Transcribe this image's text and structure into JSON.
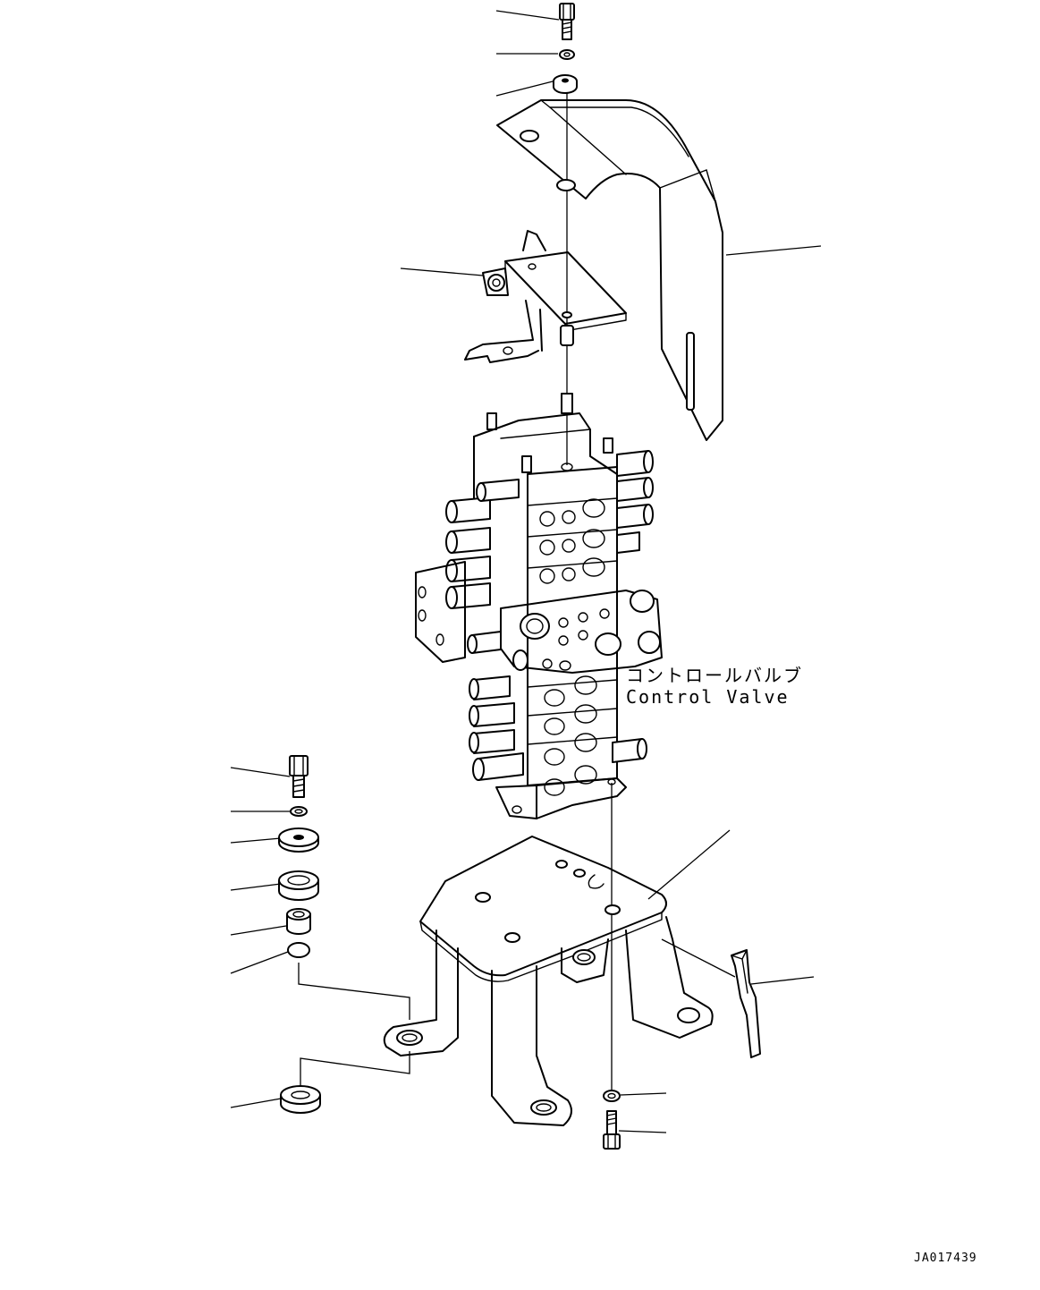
{
  "label": {
    "japanese": "コントロールバルブ",
    "english": "Control Valve"
  },
  "drawing_code": "JA017439"
}
